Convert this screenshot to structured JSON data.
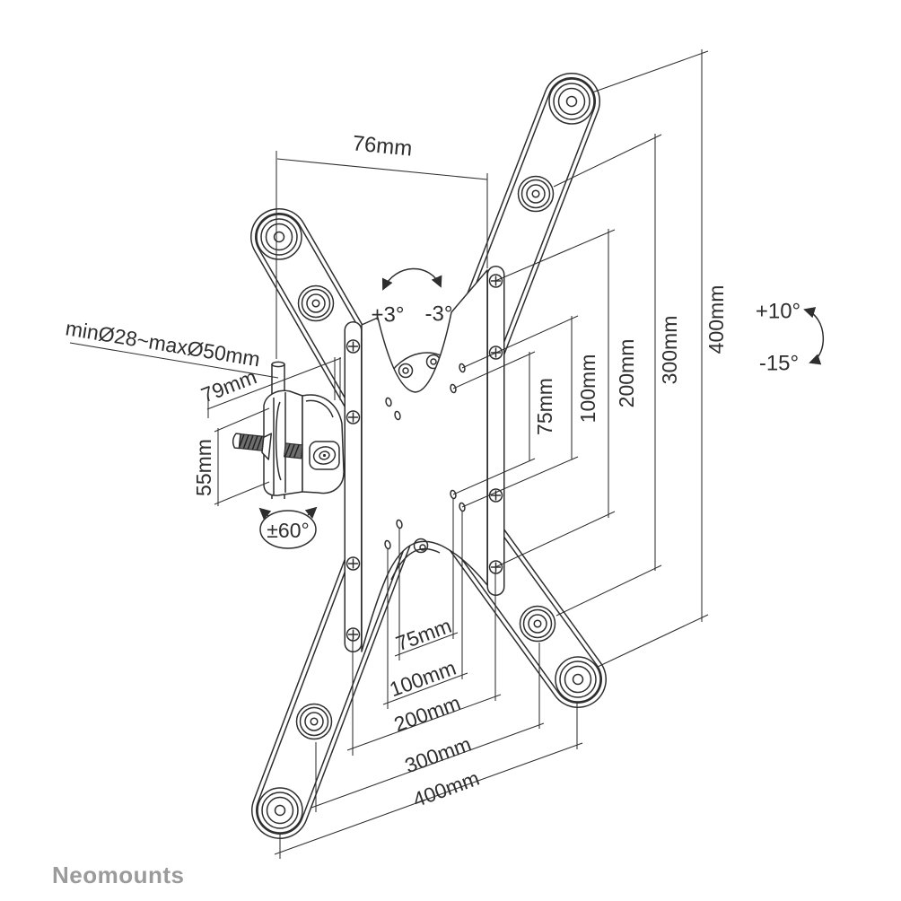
{
  "diagram": {
    "brand": "Neomounts",
    "labels": {
      "top_width": "76mm",
      "pole_diameter": "minØ28~maxØ50mm",
      "depth": "79mm",
      "clamp_height": "55mm",
      "swivel_range": "±60°",
      "level_plus": "+3°",
      "level_minus": "-3°",
      "tilt_up": "+10°",
      "tilt_down": "-15°"
    },
    "vesa_vertical": [
      "75mm",
      "100mm",
      "200mm",
      "300mm",
      "400mm"
    ],
    "vesa_horizontal": [
      "75mm",
      "100mm",
      "200mm",
      "300mm",
      "400mm"
    ],
    "colors": {
      "line": "#2e2e2e",
      "logo": "#9b9b9b",
      "background": "#ffffff"
    }
  }
}
